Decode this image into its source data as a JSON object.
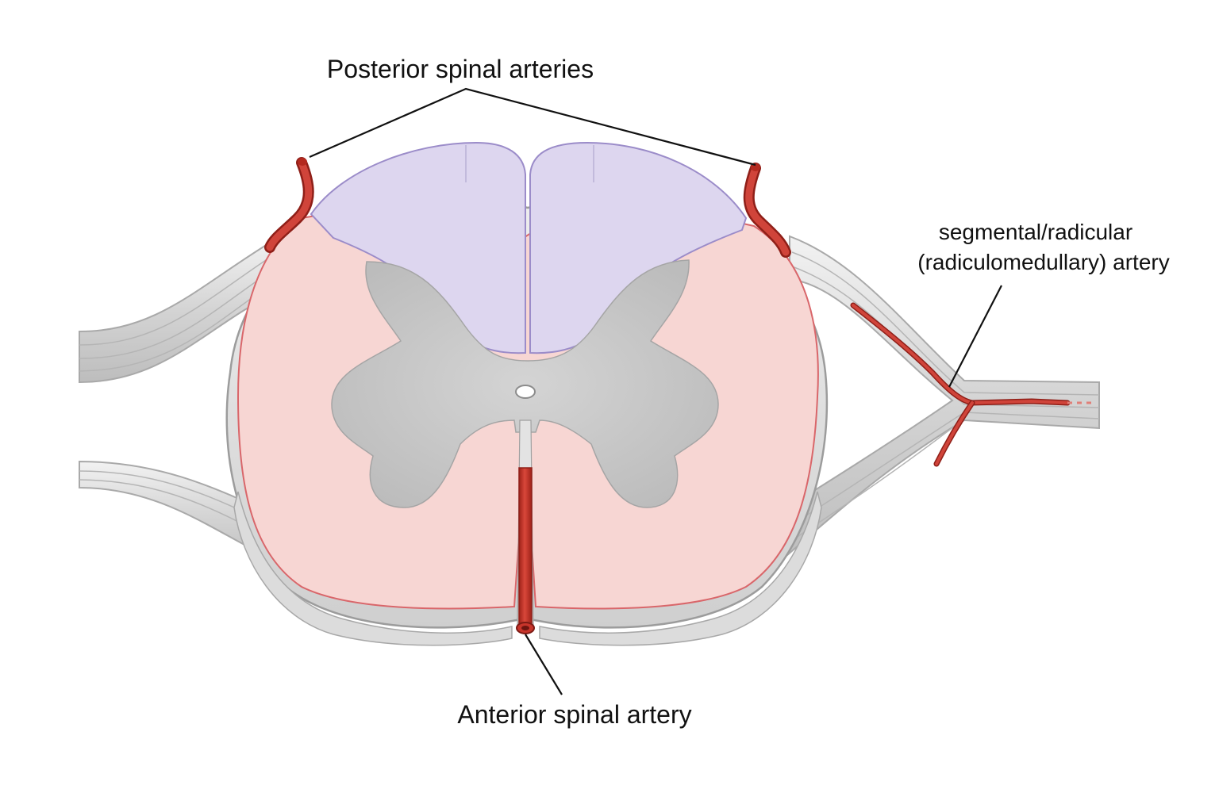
{
  "labels": {
    "posterior": "Posterior spinal arteries",
    "segmental_line1": "segmental/radicular",
    "segmental_line2": "(radiculomedullary) artery",
    "anterior": "Anterior spinal artery"
  },
  "colors": {
    "artery": "#c8352b",
    "artery_dark": "#8f1f18",
    "dorsal_column": "#ddd6ef",
    "dorsal_outline": "#9b8cc9",
    "white_matter": "#f6d3d0",
    "pia_line": "#d9666a",
    "gray_matter": "#c9c9c9",
    "cord_rim": "#e7e7e7",
    "nerve_root": "#d8d8d8",
    "leader": "#111111"
  }
}
